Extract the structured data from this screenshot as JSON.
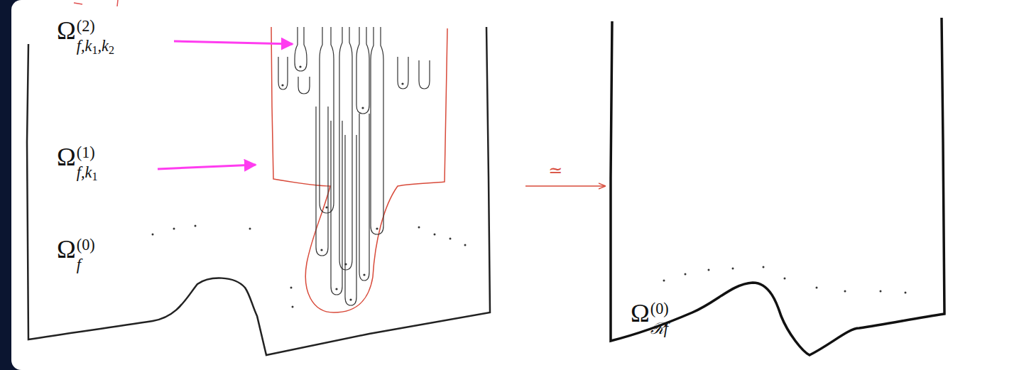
{
  "diagram": {
    "labels": [
      "Ω(2)f,k1,k2",
      "Ω(1)f,k1",
      "Ω(0)f",
      "≃",
      "Ω(0)ℛf"
    ]
  }
}
